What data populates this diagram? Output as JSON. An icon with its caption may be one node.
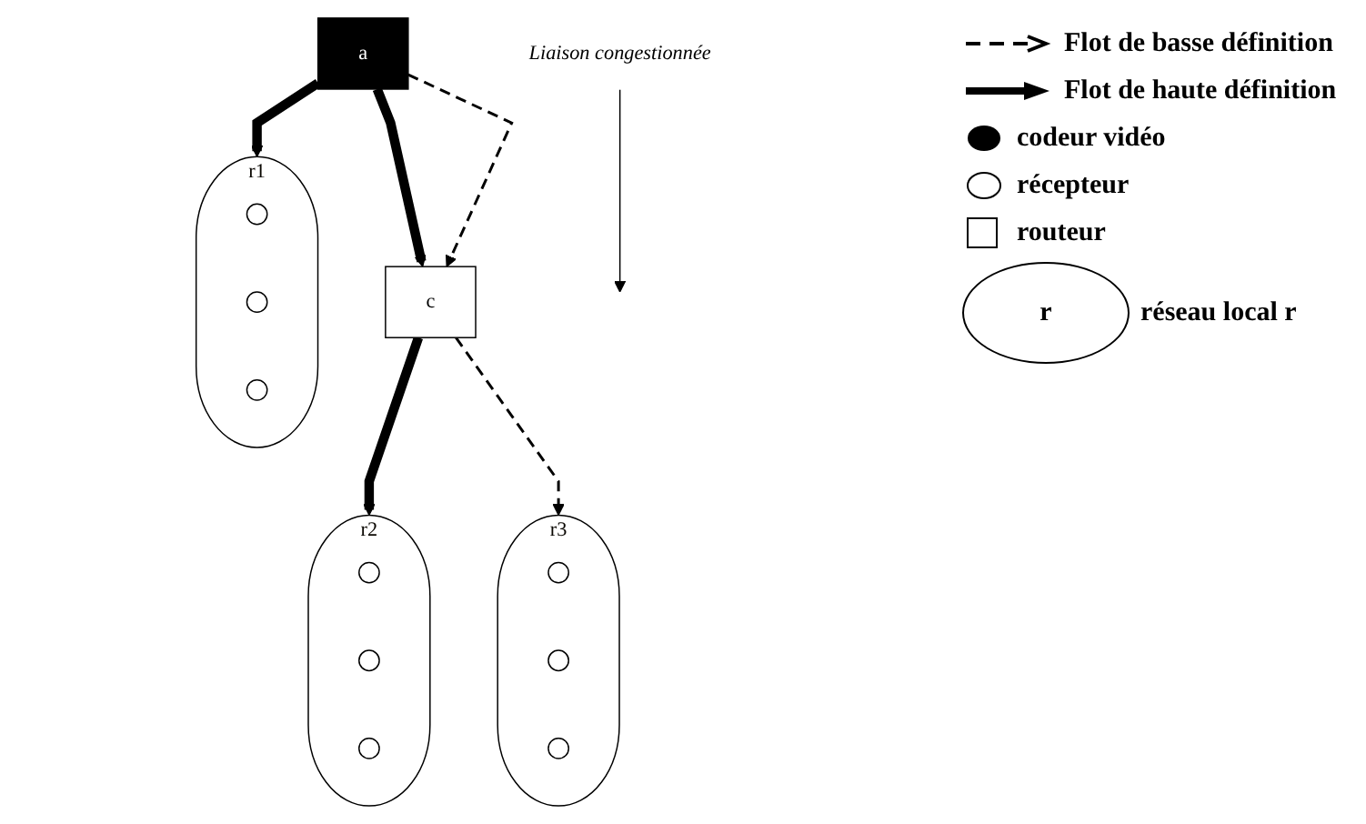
{
  "diagram": {
    "nodes": [
      {
        "text": [
          "a"
        ]
      },
      {
        "text": [
          "c"
        ]
      },
      {
        "text": [
          "r1"
        ]
      },
      {
        "text": [],
        "shape": "circle",
        "in": 2
      },
      {
        "text": [],
        "shape": "circle",
        "in": 2
      },
      {
        "text": [],
        "shape": "circle",
        "in": 2
      },
      {
        "text": [
          "r2"
        ]
      },
      {
        "text": [],
        "shape": "circle",
        "in": 6
      },
      {
        "text": [],
        "shape": "circle",
        "in": 6
      },
      {
        "text": [],
        "shape": "circle",
        "in": 6
      },
      {
        "text": [
          "r3"
        ]
      },
      {
        "text": [],
        "shape": "circle",
        "in": 10
      },
      {
        "text": [],
        "shape": "circle",
        "in": 10
      },
      {
        "text": [],
        "shape": "circle",
        "in": 10
      },
      {
        "text": [
          "Liaison congestionnée"
        ]
      }
    ],
    "edges": [
      {
        "from": 0,
        "to": 2,
        "arrow": "to",
        "style": "thick"
      },
      {
        "from": 0,
        "to": 1,
        "arrow": "to",
        "style": "thick"
      },
      {
        "from": 0,
        "to": 1,
        "arrow": "to",
        "style": "dashed"
      },
      {
        "from": 1,
        "to": 6,
        "arrow": "to",
        "style": "thick"
      },
      {
        "from": 1,
        "to": 10,
        "arrow": "to",
        "style": "dashed"
      },
      {
        "from": 14,
        "to": null,
        "arrow": "to"
      }
    ],
    "labels": [
      "r"
    ],
    "legend": [
      {
        "text": "Flot de basse définition"
      },
      {
        "text": "Flot de haute définition"
      },
      {
        "text": "codeur vidéo"
      },
      {
        "text": "récepteur"
      },
      {
        "text": "routeur"
      },
      {
        "text": "réseau local r"
      }
    ]
  }
}
